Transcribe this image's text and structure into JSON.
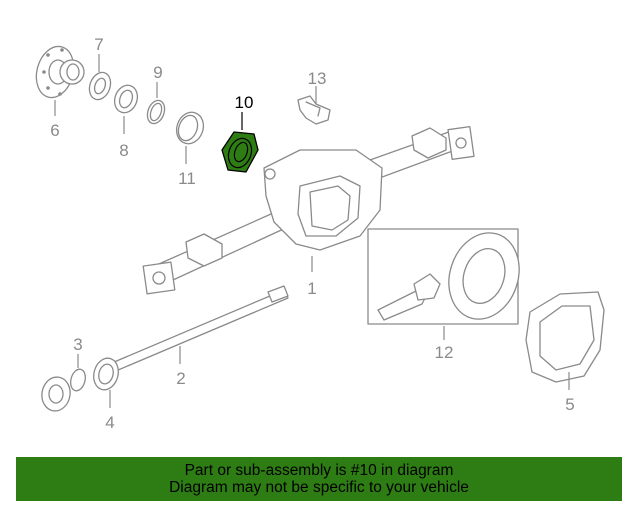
{
  "diagram": {
    "callouts": [
      {
        "id": "1",
        "label": "1"
      },
      {
        "id": "2",
        "label": "2"
      },
      {
        "id": "3",
        "label": "3"
      },
      {
        "id": "4",
        "label": "4"
      },
      {
        "id": "5",
        "label": "5"
      },
      {
        "id": "6",
        "label": "6"
      },
      {
        "id": "7",
        "label": "7"
      },
      {
        "id": "8",
        "label": "8"
      },
      {
        "id": "9",
        "label": "9"
      },
      {
        "id": "10",
        "label": "10"
      },
      {
        "id": "11",
        "label": "11"
      },
      {
        "id": "12",
        "label": "12"
      },
      {
        "id": "13",
        "label": "13"
      }
    ],
    "highlighted_part": "10",
    "colors": {
      "highlight": "#2e7d14",
      "line": "#8a8a8a",
      "banner": "#2e7d14"
    }
  },
  "banner": {
    "line1": "Part or sub-assembly is #10 in diagram",
    "line2": "Diagram may not be specific to your vehicle"
  }
}
